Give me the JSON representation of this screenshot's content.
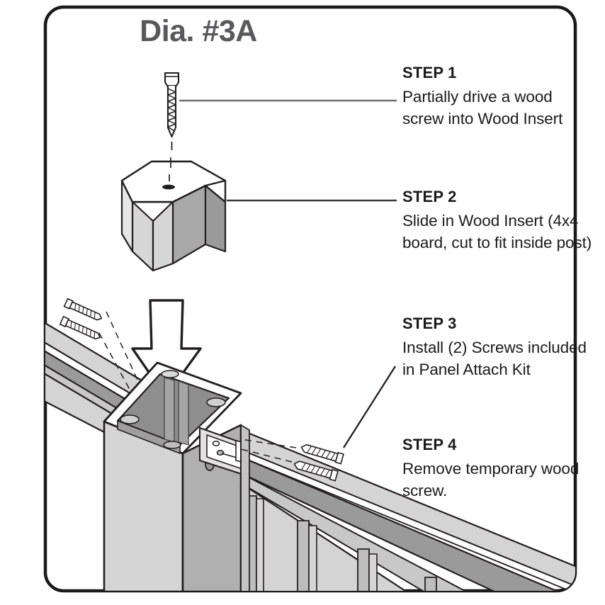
{
  "document": {
    "title": "Dia. #3A",
    "type": "assembly-instruction-diagram"
  },
  "steps": [
    {
      "id": "step-1",
      "heading": "STEP 1",
      "body": "Partially drive a\nwood screw into\nWood Insert",
      "target": "wood-screw"
    },
    {
      "id": "step-2",
      "heading": "STEP 2",
      "body": "Slide in Wood Insert\n(4x4 board, cut\nto fit inside post)",
      "target": "wood-insert-octagon"
    },
    {
      "id": "step-3",
      "heading": "STEP 3",
      "body": "Install (2) Screws\nincluded in Panel\nAttach Kit",
      "target": "panel-attach-screws"
    },
    {
      "id": "step-4",
      "heading": "STEP 4",
      "body": "Remove temporary\nwood screw.",
      "target": "temporary-wood-screw"
    }
  ],
  "illustration": {
    "parts": [
      "wood-screw",
      "wood-insert-octagon",
      "down-arrow",
      "hollow-post",
      "left-rail",
      "right-rail",
      "panel-attach-screws-left",
      "panel-attach-screws-right",
      "bracket-pocket",
      "balusters"
    ],
    "leader_lines": 3
  },
  "colors": {
    "border": "#1a1a1a",
    "title": "#58595b",
    "text": "#1a1a1a",
    "leader_line": "#6f7072",
    "metal_light": "#d4d4d4",
    "metal_mid": "#b8b8b8",
    "metal_dark": "#9a9a9a",
    "metal_darker": "#858585",
    "insert_top": "#ffffff",
    "insert_left": "#d6d6d6",
    "insert_right": "#a8a8a8",
    "outline": "#231f20",
    "background": "#ffffff"
  }
}
